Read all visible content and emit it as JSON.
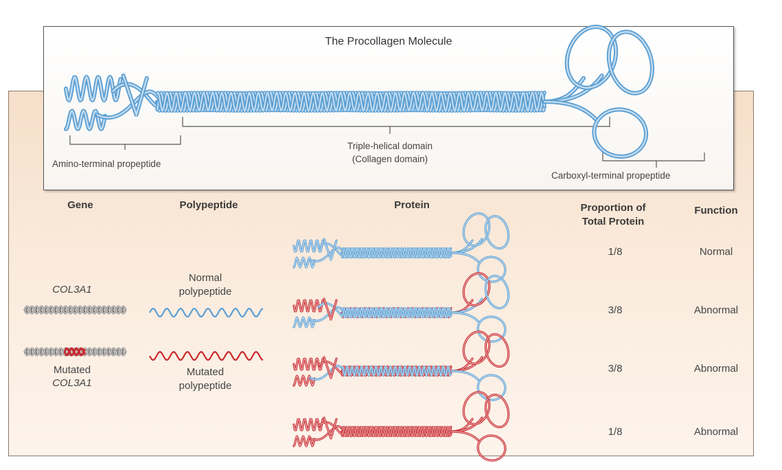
{
  "title": "The Procollagen Molecule",
  "labels": {
    "amino": "Amino-terminal propeptide",
    "triple_line1": "Triple-helical domain",
    "triple_line2": "(Collagen domain)",
    "carboxyl": "Carboxyl-terminal propeptide"
  },
  "headers": {
    "gene": "Gene",
    "polypeptide": "Polypeptide",
    "protein": "Protein",
    "proportion_line1": "Proportion of",
    "proportion_line2": "Total Protein",
    "function": "Function"
  },
  "genes": {
    "normal": "COL3A1",
    "mutated_line1": "Mutated",
    "mutated_line2": "COL3A1"
  },
  "polypeptides": {
    "normal_line1": "Normal",
    "normal_line2": "polypeptide",
    "mutated_line1": "Mutated",
    "mutated_line2": "polypeptide"
  },
  "rows": [
    {
      "proportion": "1/8",
      "function": "Normal"
    },
    {
      "proportion": "3/8",
      "function": "Abnormal"
    },
    {
      "proportion": "3/8",
      "function": "Abnormal"
    },
    {
      "proportion": "1/8",
      "function": "Abnormal"
    }
  ],
  "colors": {
    "normal": "#5b9fd3",
    "mutated": "#c8282d",
    "gene_gray": "#8a8a8a"
  }
}
